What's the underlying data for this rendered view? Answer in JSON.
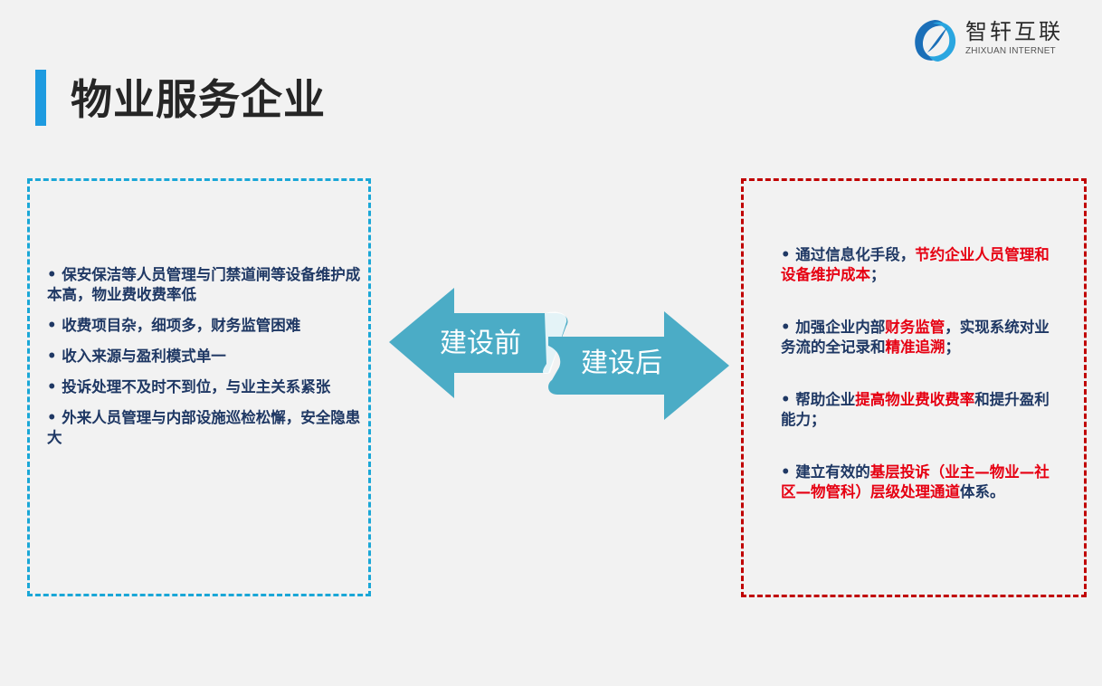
{
  "page": {
    "title": "物业服务企业"
  },
  "logo": {
    "name_cn": "智轩互联",
    "name_en": "ZHIXUAN INTERNET"
  },
  "before": {
    "label": "建设前",
    "items": [
      "• 保安保洁等人员管理与门禁道闸等设备维护成本高，物业费收费率低",
      "• 收费项目杂，细项多，财务监管困难",
      "• 收入来源与盈利模式单一",
      "• 投诉处理不及时不到位，与业主关系紧张",
      "• 外来人员管理与内部设施巡检松懈，安全隐患大"
    ]
  },
  "after": {
    "label": "建设后",
    "items": [
      {
        "pre": "• 通过信息化手段，",
        "highlight": "节约企业人员管理和设备维护成本",
        "post": "；"
      },
      {
        "pre": "• 加强企业内部",
        "highlight": "财务监管",
        "mid": "，实现系统对业务流的全记录和",
        "highlight2": "精准追溯",
        "post": "；"
      },
      {
        "pre": "• 帮助企业",
        "highlight": "提高物业费收费率",
        "post": "和提升盈利能力；"
      },
      {
        "pre": "• 建立有效的",
        "highlight": "基层投诉（业主—物业—社区—物管科）层级处理通道",
        "post": "体系。"
      }
    ]
  },
  "colors": {
    "accent_blue": "#1e9be0",
    "left_border": "#1aa7d7",
    "right_border": "#c00000",
    "highlight_red": "#e60012",
    "body_text": "#1f3864",
    "arrow_fill": "#4bacc6"
  },
  "icons": [
    "logo-swirl-icon",
    "double-arrow-icon"
  ]
}
